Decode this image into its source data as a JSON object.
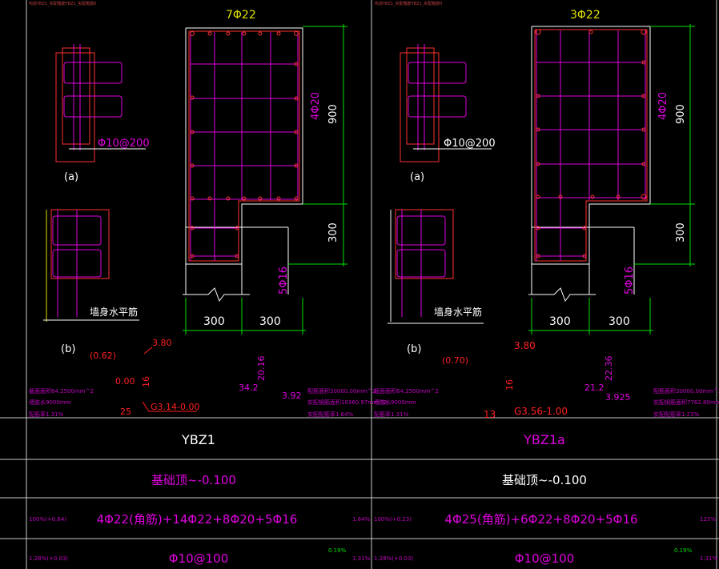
{
  "colors": {
    "background": "#000000",
    "frame": "#c8c8c8",
    "concrete": "#ffffff",
    "stirrup": "#e000e0",
    "bar": "#ff3030",
    "dimension": "#00e000",
    "annotation": "#ff2020",
    "note": "#c04040",
    "text": "#ffffff",
    "magenta_text": "#e000e0",
    "stat": "#c000c0",
    "yellow": "#e0e000"
  },
  "left": {
    "top_bars": "7Φ22",
    "side_bars": "4Φ20",
    "bottom_bars": "5Φ16",
    "dim_900": "900",
    "dim_300v": "300",
    "dim_300a": "300",
    "dim_300b": "300",
    "stirrup_label": "Φ10@200",
    "detail_a": "(a)",
    "detail_b": "(b)",
    "wall_note": "墙身水平筋",
    "ann_062": "(0.62)",
    "ann_380": "3.80",
    "ann_000": "0.00",
    "ann_16": "16",
    "ann_2016": "20.16",
    "ann_342": "34.2",
    "ann_392": "3.92",
    "ann_25": "25",
    "ann_g3": "G3.14-0.00",
    "stat_area": "截面面积64.2500mm^2",
    "stat_len": "墙肢长9000mm",
    "stat_ratio": "配筋率1.31%",
    "stat_area2": "配筋面积30000.00mm^2",
    "stat_steel": "实配钢筋面积10360.97mm^2",
    "stat_ratio2": "实配配筋率1.64%"
  },
  "right": {
    "top_bars": "3Φ22",
    "side_bars": "4Φ20",
    "bottom_bars": "5Φ16",
    "dim_900": "900",
    "dim_300v": "300",
    "dim_300a": "300",
    "dim_300b": "300",
    "stirrup_label": "Φ10@200",
    "detail_a": "(a)",
    "detail_b": "(b)",
    "wall_note": "墙身水平筋",
    "ann_070": "(0.70)",
    "ann_380": "3.80",
    "ann_16": "16",
    "ann_2236": "22.36",
    "ann_212": "21.2",
    "ann_3925": "3.925",
    "ann_13": "13",
    "ann_g3": "G3.56-1.00",
    "stat_area": "截面面积64.2500mm^2",
    "stat_len": "墙肢长9000mm",
    "stat_ratio": "配筋率1.31%",
    "stat_area2": "配筋面积30000.00mm^2",
    "stat_steel": "实配钢筋面积7762.80mm^2",
    "stat_ratio2": "实配配筋率1.23%"
  },
  "table": {
    "name_left": "YBZ1",
    "name_right": "YBZ1a",
    "elev_left": "基础顶~-0.100",
    "elev_right": "基础顶~-0.100",
    "long_left": "4Φ22(角筋)+14Φ22+8Φ20+5Φ16",
    "long_right": "4Φ25(角筋)+6Φ22+8Φ20+5Φ16",
    "long_left_stat": "100%(+0.64)",
    "long_left_pct": "1.64%",
    "long_right_stat": "100%(+0.23)",
    "long_right_pct": "123%",
    "stirrup_left": "Φ10@100",
    "stirrup_right": "Φ10@100",
    "st_left_stat": "1.28%(+0.03)",
    "st_left_green": "0.19%",
    "st_left_pct": "1.31%",
    "st_right_stat": "1.28%(+0.03)",
    "st_right_green": "0.19%",
    "st_right_pct": "1.31%"
  },
  "header": {
    "left": "构造YBZ1_实配箱筋YBZ1_实配箱筋0",
    "right": "构造YBZ1_实配箱筋YBZ1_实配箱筋0"
  }
}
